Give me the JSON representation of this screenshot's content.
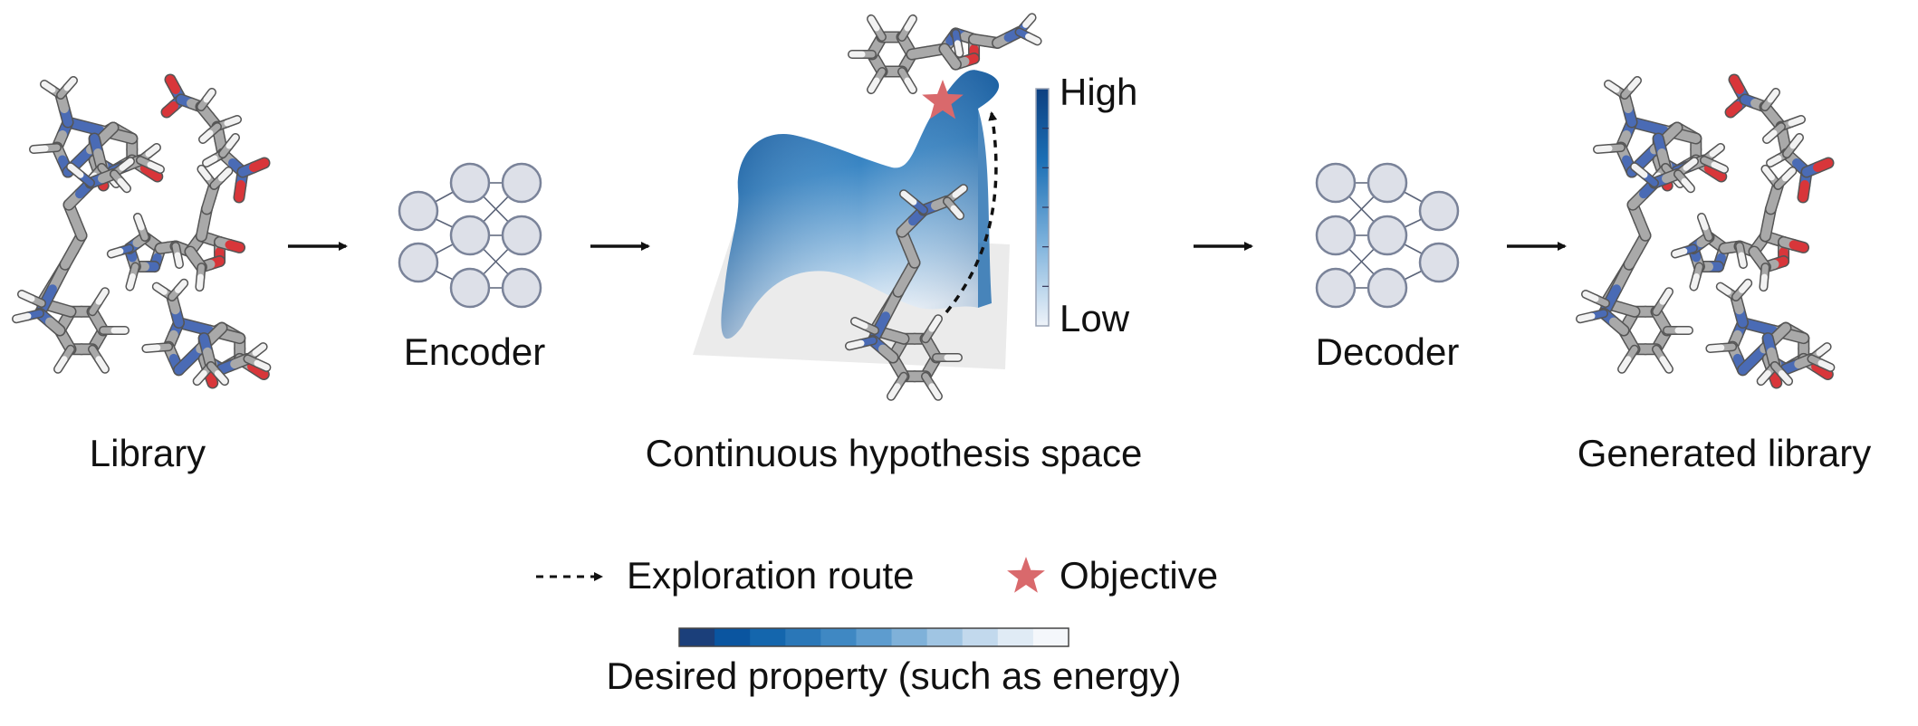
{
  "stages": {
    "library": "Library",
    "encoder": "Encoder",
    "hypothesis_space": "Continuous hypothesis space",
    "decoder": "Decoder",
    "generated_library": "Generated library"
  },
  "colorbar": {
    "high": "High",
    "low": "Low"
  },
  "legend": {
    "route": "Exploration route",
    "objective": "Objective",
    "property": "Desired property (such as energy)"
  },
  "colors": {
    "node_fill": "#dde0e8",
    "node_stroke": "#7a8399",
    "carbon": "#a9a9a9",
    "hydrogen": "#f2f2f2",
    "nitrogen": "#4a6bb5",
    "oxygen": "#d8363a",
    "star": "#d9696c",
    "surface_dark": "#0d4f96",
    "surface_light": "#e7f0f8",
    "plane": "#ebebeb"
  },
  "scale_steps": [
    "#1b3f7a",
    "#0a55a0",
    "#1466ad",
    "#2a77b8",
    "#3f88c3",
    "#5d9ccf",
    "#7fb1d9",
    "#a0c5e3",
    "#c2d9ed",
    "#e0ebf5",
    "#f4f7fb"
  ]
}
